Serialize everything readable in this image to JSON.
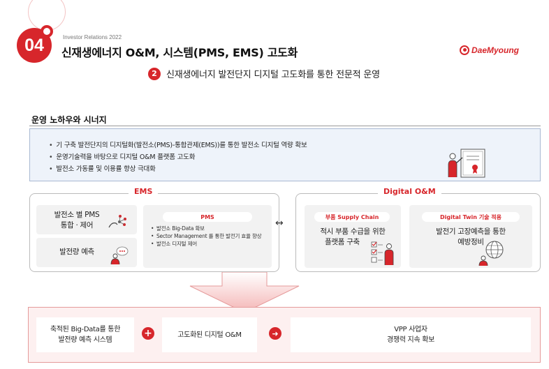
{
  "header": {
    "section_number": "04",
    "kicker": "Investor Relations 2022",
    "title": "신재생에너지 O&M, 시스템(PMS, EMS) 고도화",
    "logo_text": "DaeMyoung",
    "subtitle_number": "2",
    "subtitle": "신재생에너지 발전단지 디지털 고도화를 통한 전문적 운영"
  },
  "knowhow": {
    "title": "운영 노하우와 시너지",
    "items": [
      "기 구축 발전단지의 디지털화(발전소(PMS)-통합관제(EMS))를 통한 발전소 디지털 역량 확보",
      "운영기술력을 바탕으로 디지털 O&M 플랫폼 고도화",
      "발전소 가동률 및 이용률 향상 극대화"
    ],
    "icon": "presenter-certificate-icon"
  },
  "ems": {
    "label": "EMS",
    "card1_line1": "발전소 별 PMS",
    "card1_line2": "통합 · 제어",
    "card1_icon": "network-hand-icon",
    "card2_text": "발전량 예측",
    "card2_icon": "person-thinking-icon",
    "pms_title": "PMS",
    "pms_items": [
      "발전소 Big-Data 확보",
      "Sector Management 를 통한 발전기 효율 향상",
      "발전소 디지털 제어"
    ]
  },
  "digital_om": {
    "label": "Digital O&M",
    "supply_pill": "부품 Supply Chain",
    "supply_line1": "적시 부품 수급을 위한",
    "supply_line2": "플랫폼 구축",
    "supply_icon": "checklist-person-icon",
    "twin_pill": "Digital Twin 기술 적용",
    "twin_line1": "발전기 고장예측을 통한",
    "twin_line2": "예방정비",
    "twin_icon": "globe-person-icon"
  },
  "bottom": {
    "card1_line1": "축적된 Big-Data를 통한",
    "card1_line2": "발전량 예측 시스템",
    "plus": "+",
    "card2": "고도화된 디지털 O&M",
    "arrow": "➜",
    "card3_line1": "VPP 사업자",
    "card3_line2": "경쟁력 지속 확보"
  },
  "colors": {
    "accent": "#d7262b",
    "info_bg": "#eef3fa",
    "result_bg": "#fdf0f0"
  }
}
